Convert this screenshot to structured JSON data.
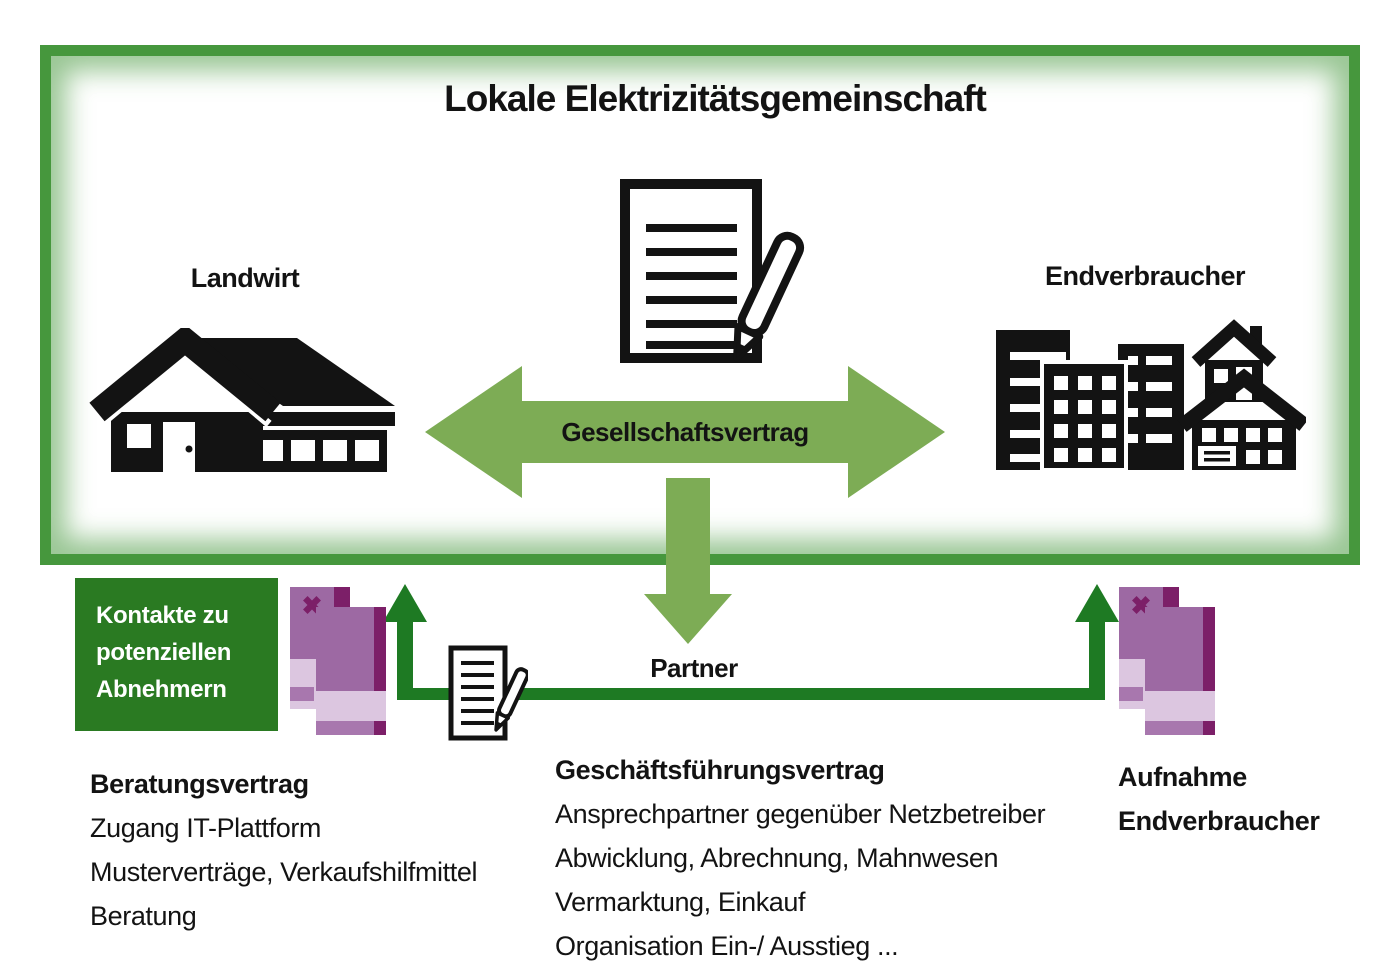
{
  "diagram": {
    "title": "Lokale Elektrizitätsgemeinschaft",
    "left_actor": "Landwirt",
    "right_actor": "Endverbraucher",
    "center_arrow_label": "Gesellschaftsvertrag",
    "partner_label": "Partner"
  },
  "contacts_box": {
    "line1": "Kontakte zu",
    "line2": "potenziellen",
    "line3": "Abnehmern"
  },
  "consulting_contract": {
    "title": "Beratungsvertrag",
    "items": [
      "Zugang IT-Plattform",
      "Musterverträge, Verkaufshilfmittel",
      "Beratung"
    ]
  },
  "management_contract": {
    "title": "Geschäftsführungsvertrag",
    "items": [
      "Ansprechpartner gegenüber Netzbetreiber",
      "Abwicklung, Abrechnung, Mahnwesen",
      "Vermarktung, Einkauf",
      "Organisation Ein-/ Ausstieg ..."
    ]
  },
  "intake": {
    "line1": "Aufnahme",
    "line2": "Endverbraucher"
  },
  "icons": {
    "contract_document": "document-with-pen-icon",
    "small_contract_document": "small-document-with-pen-icon",
    "farm": "farm-building-icon",
    "city": "city-buildings-icon",
    "customer_cards": "purple-overlapping-cards-icon"
  },
  "colors": {
    "light_green_arrow": "#7dac55",
    "border_green": "#46973d",
    "dark_green_connector": "#1e7a23",
    "contacts_box_green": "#2a7a22",
    "purple_mid": "#9d69a3",
    "purple_dark": "#7c1f68",
    "purple_light": "#dcc6e0",
    "purple_soft": "#a877ae",
    "ink": "#131313"
  }
}
